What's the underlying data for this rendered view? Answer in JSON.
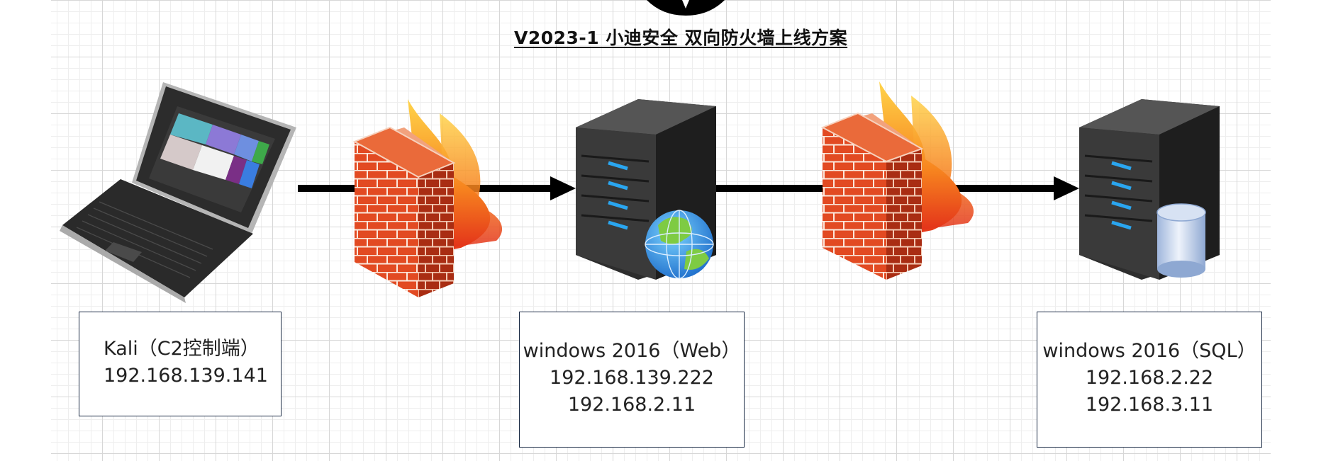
{
  "diagram": {
    "title": "V2023-1 小迪安全 双向防火墙上线方案",
    "nodes": [
      {
        "id": "kali",
        "icon": "laptop-icon",
        "lines": [
          "Kali（C2控制端）",
          "192.168.139.141"
        ]
      },
      {
        "id": "web",
        "icon": "web-server-icon",
        "lines": [
          "windows 2016（Web）",
          "192.168.139.222",
          "192.168.2.11"
        ]
      },
      {
        "id": "sql",
        "icon": "database-server-icon",
        "lines": [
          "windows 2016（SQL）",
          "192.168.2.22",
          "192.168.3.11"
        ]
      }
    ],
    "firewalls": [
      {
        "icon": "firewall-icon"
      },
      {
        "icon": "firewall-icon"
      }
    ],
    "connectors": [
      {
        "from": "kali",
        "to": "web",
        "via": "firewall-1",
        "arrow": true
      },
      {
        "from": "web",
        "to": "sql",
        "via": "firewall-2",
        "arrow": true
      }
    ]
  }
}
